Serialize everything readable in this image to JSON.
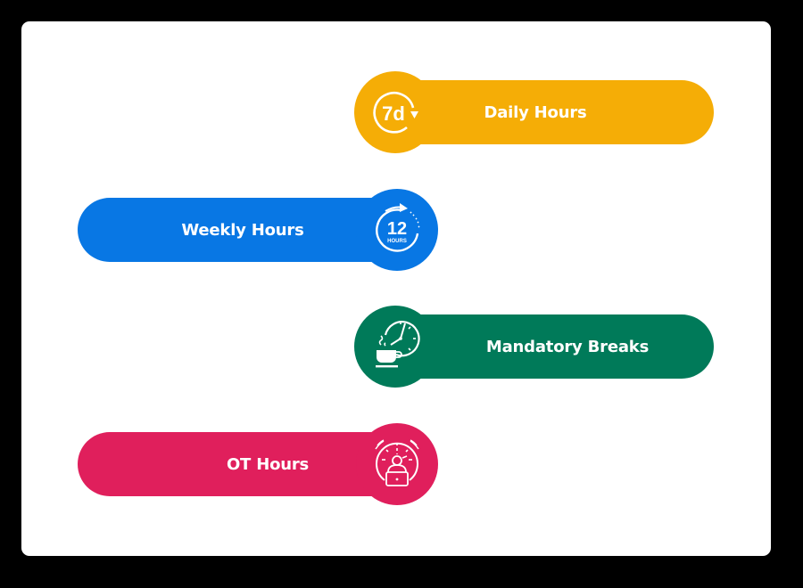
{
  "colors": {
    "background": "#000000",
    "card": "#ffffff",
    "daily": "#f5ad06",
    "weekly": "#0877e4",
    "breaks": "#007a59",
    "ot": "#e01f5c",
    "text": "#ffffff"
  },
  "items": [
    {
      "label": "Daily Hours",
      "icon": "calendar-7d-icon",
      "icon_text": "7d",
      "side": "left"
    },
    {
      "label": "Weekly Hours",
      "icon": "clock-12-hours-icon",
      "icon_text": "12",
      "icon_subtext": "HOURS",
      "side": "right"
    },
    {
      "label": "Mandatory Breaks",
      "icon": "coffee-clock-icon",
      "side": "left"
    },
    {
      "label": "OT Hours",
      "icon": "person-laptop-clock-icon",
      "side": "right"
    }
  ]
}
